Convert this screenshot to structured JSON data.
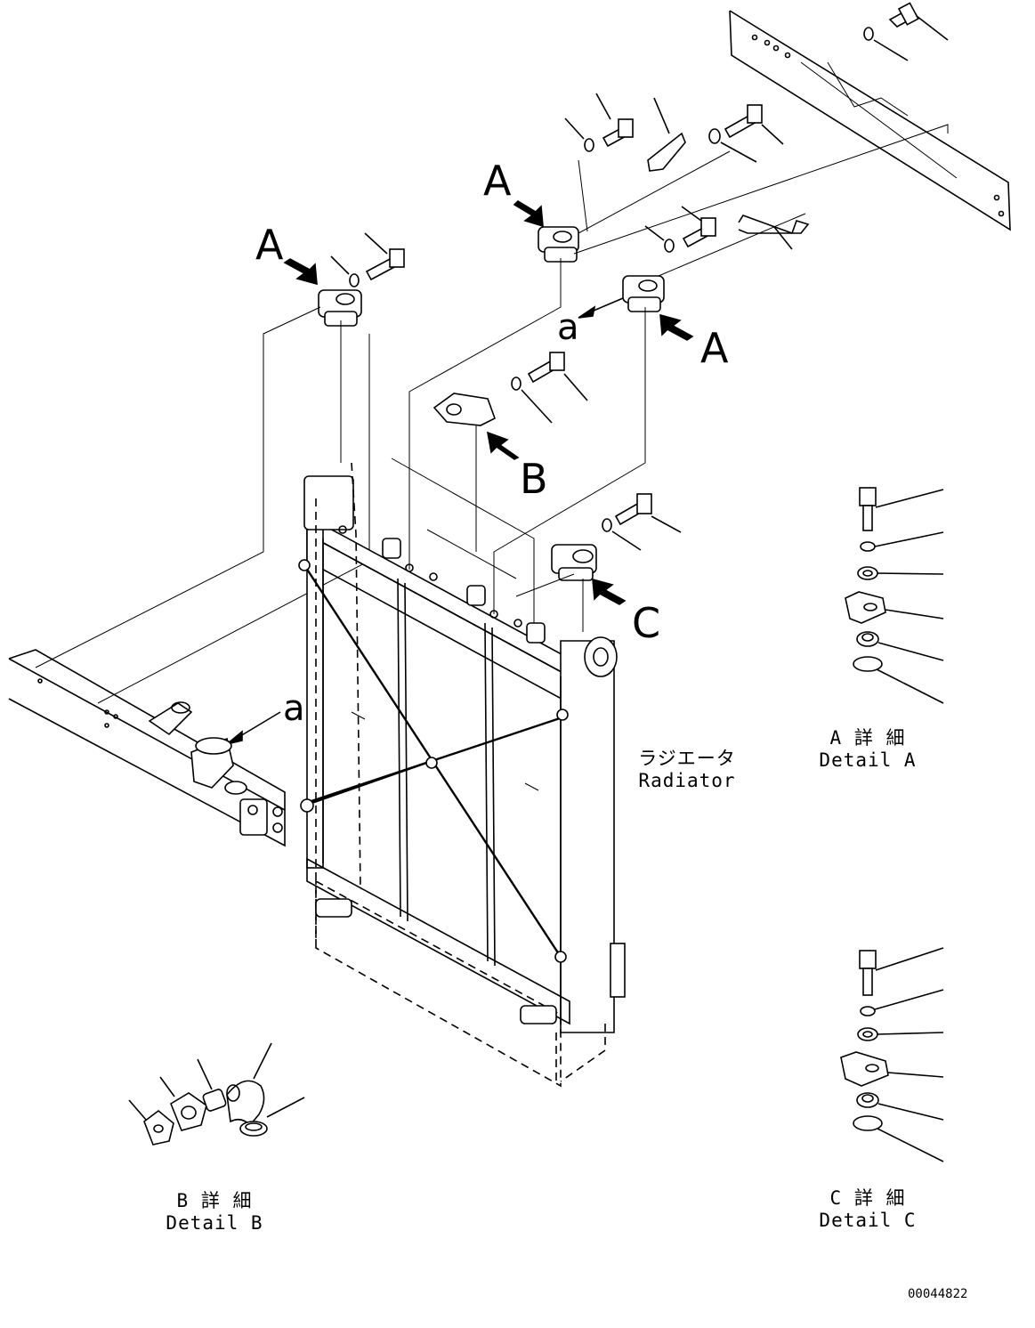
{
  "callouts": {
    "a1": "A",
    "a2": "A",
    "a3": "A",
    "b": "B",
    "c": "C",
    "ref_a_top": "a",
    "ref_a_left": "a"
  },
  "radiator": {
    "jp": "ラジエータ",
    "en": "Radiator"
  },
  "detail_a": {
    "jp": "A 詳 細",
    "en": "Detail A"
  },
  "detail_b": {
    "jp": "B 詳 細",
    "en": "Detail B"
  },
  "detail_c": {
    "jp": "C 詳 細",
    "en": "Detail C"
  },
  "drawing_number": "00044822"
}
